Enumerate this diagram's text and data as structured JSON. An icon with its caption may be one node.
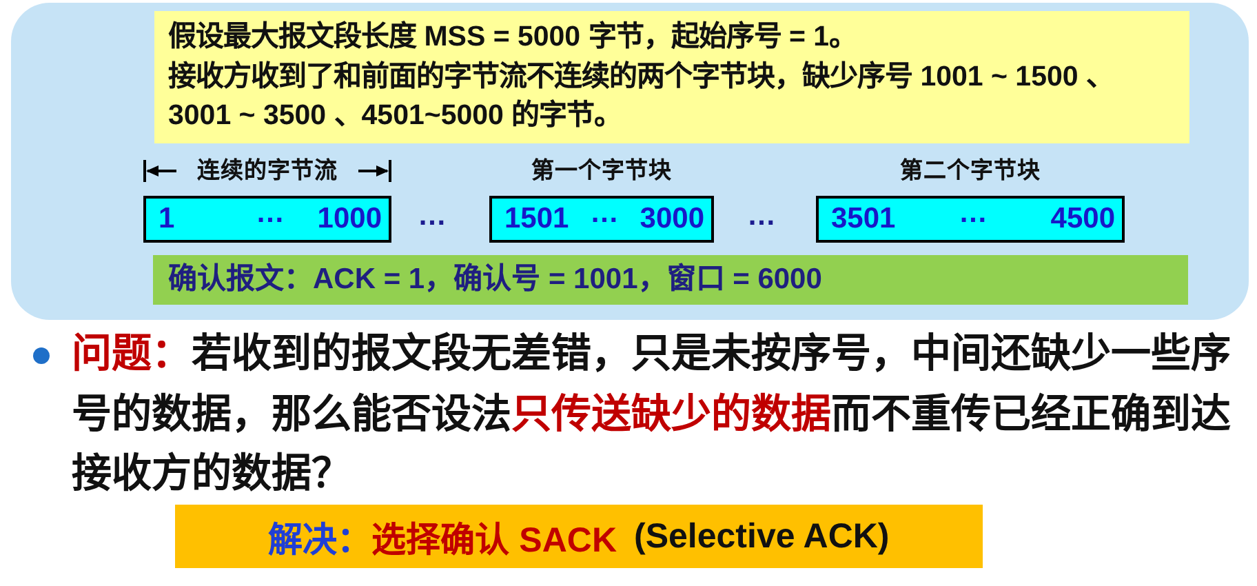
{
  "diagram": {
    "nodes": [
      {
        "text": [],
        "shape": "box"
      },
      {
        "text": [
          "假设最大报文段长度 MSS = 5000 字节，起始序号 = 1。",
          "接收方收到了和前面的字节流不连续的两个字节块，缺少序号 1001 ~ 1500 、3001 ~ 3500 、4501~5000 的字节。"
        ],
        "in": 0
      },
      {
        "text": [
          "连续的字节流",
          "1",
          "…",
          "1000"
        ],
        "in": 0
      },
      {
        "text": [
          "第一个字节块",
          "1501",
          "…",
          "3000"
        ],
        "in": 0
      },
      {
        "text": [
          "第二个字节块",
          "3501",
          "…",
          "4500"
        ],
        "in": 0
      },
      {
        "text": [
          "确认报文：ACK = 1，确认号 = 1001，窗口 = 6000"
        ],
        "in": 0
      },
      {
        "text": [
          "解决：",
          "选择确认 SACK",
          "(Selective ACK)"
        ]
      }
    ],
    "labels": [
      "…",
      "…",
      "**问题：**若收到的报文段无差错，只是未按序号，中间还缺少一些序号的数据，那么能否设法**只传送缺少的数据**而不重传已经正确到达接收方的数据？"
    ]
  }
}
